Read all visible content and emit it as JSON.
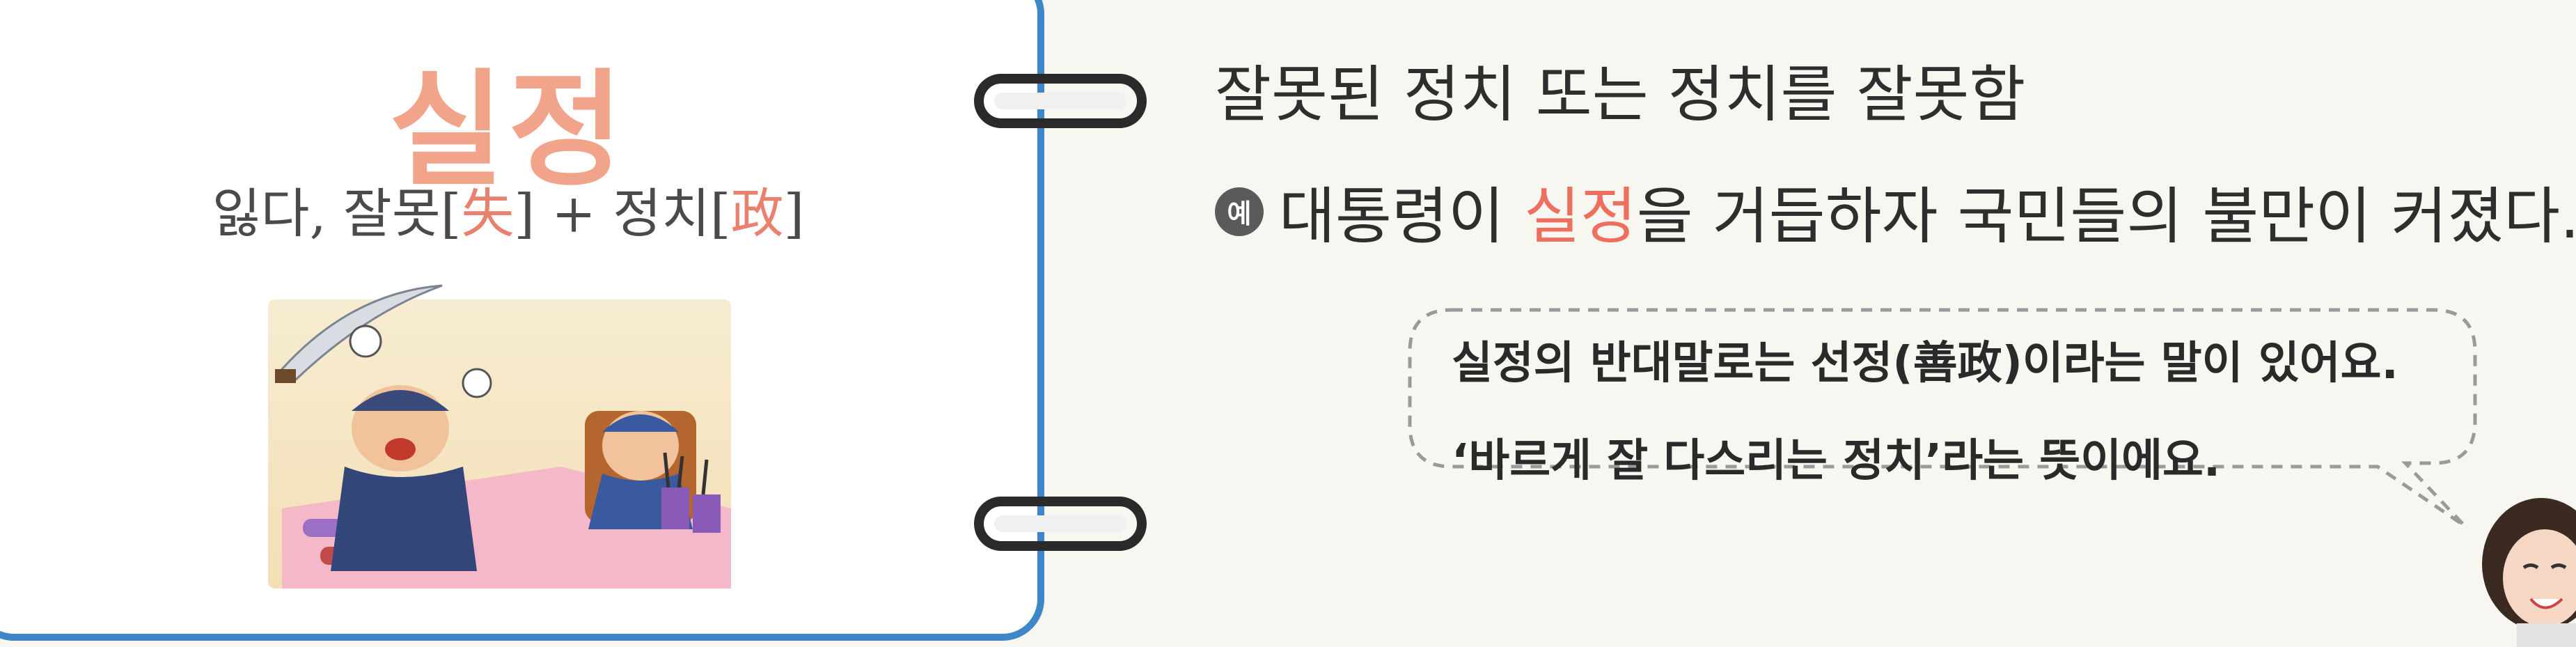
{
  "card": {
    "word": "실정",
    "breakdown_part1": "잃다, 잘못[",
    "breakdown_hanja1": "失",
    "breakdown_part2": "] + 정치[",
    "breakdown_hanja2": "政",
    "breakdown_part3": "]"
  },
  "definition": "잘못된 정치 또는 정치를 잘못함",
  "example": {
    "badge": "예",
    "before": "대통령이 ",
    "highlight": "실정",
    "after": "을 거듭하자 국민들의 불만이 커졌다."
  },
  "tip": {
    "line1": "실정의 반대말로는 선정(善政)이라는 말이 있어요.",
    "line2": "‘바르게 잘 다스리는 정치’라는 뜻이에요."
  },
  "colors": {
    "card_border": "#3f86c8",
    "word": "#f2a48a",
    "highlight": "#ef6f5f"
  }
}
